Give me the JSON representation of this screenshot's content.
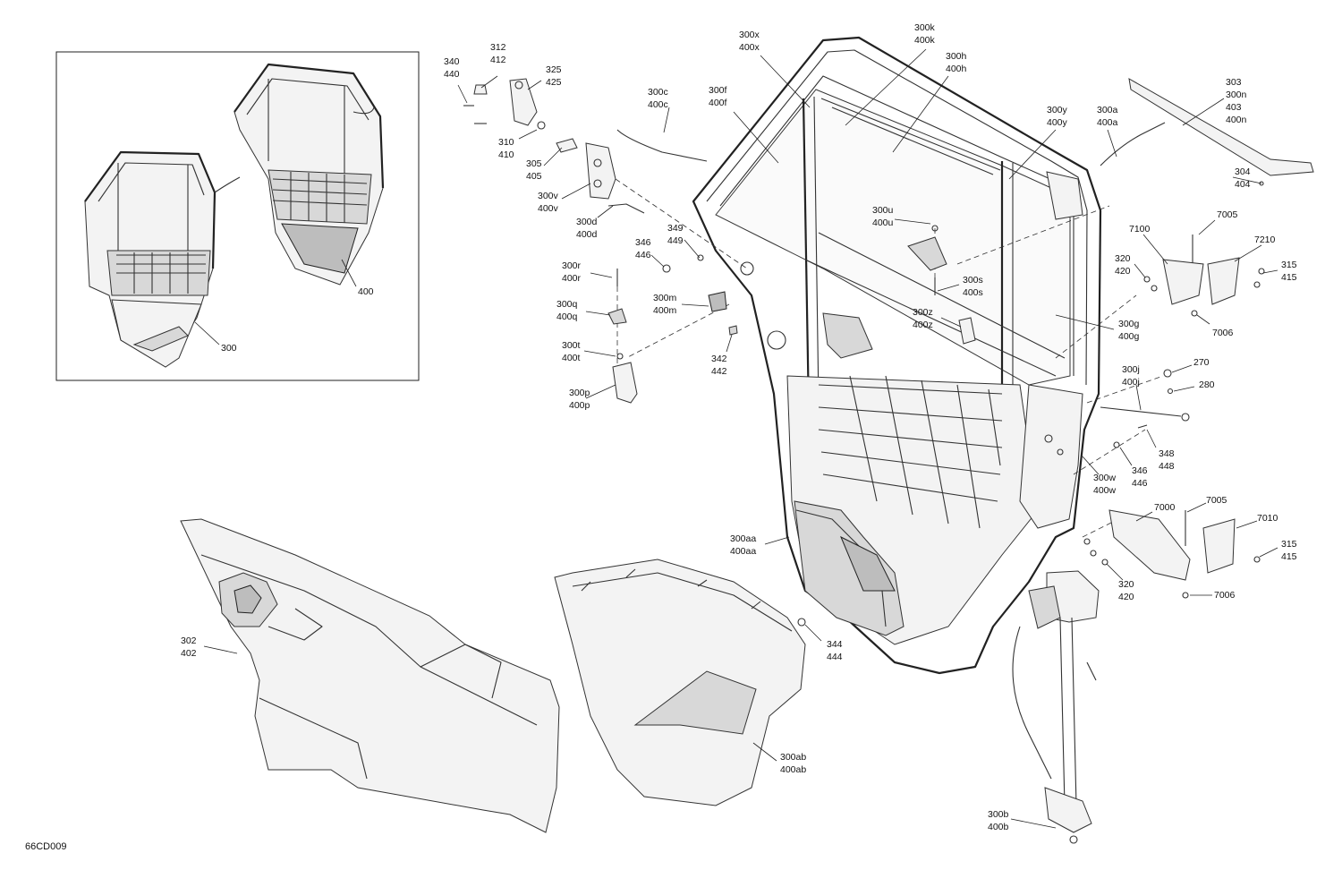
{
  "figure_id": "66CD009",
  "callouts": {
    "c300x": [
      "300x",
      "400x"
    ],
    "c300k": [
      "300k",
      "400k"
    ],
    "c300h": [
      "300h",
      "400h"
    ],
    "c300f": [
      "300f",
      "400f"
    ],
    "c300c": [
      "300c",
      "400c"
    ],
    "c300y": [
      "300y",
      "400y"
    ],
    "c300a": [
      "300a",
      "400a"
    ],
    "c303": [
      "303",
      "300n",
      "403",
      "400n"
    ],
    "c304": [
      "304",
      "404"
    ],
    "c340": [
      "340",
      "440"
    ],
    "c312": [
      "312",
      "412"
    ],
    "c325": [
      "325",
      "425"
    ],
    "c310": [
      "310",
      "410"
    ],
    "c305": [
      "305",
      "405"
    ],
    "c300v": [
      "300v",
      "400v"
    ],
    "c300d": [
      "300d",
      "400d"
    ],
    "c300u": [
      "300u",
      "400u"
    ],
    "c349": [
      "349",
      "449"
    ],
    "c346a": [
      "346",
      "446"
    ],
    "c300r": [
      "300r",
      "400r"
    ],
    "c300q": [
      "300q",
      "400q"
    ],
    "c300m": [
      "300m",
      "400m"
    ],
    "c300t": [
      "300t",
      "400t"
    ],
    "c300p": [
      "300p",
      "400p"
    ],
    "c342": [
      "342",
      "442"
    ],
    "c300s": [
      "300s",
      "400s"
    ],
    "c300z": [
      "300z",
      "400z"
    ],
    "c300g": [
      "300g",
      "400g"
    ],
    "c7100": [
      "7100"
    ],
    "c7005a": [
      "7005"
    ],
    "c7210": [
      "7210"
    ],
    "c320a": [
      "320",
      "420"
    ],
    "c315a": [
      "315",
      "415"
    ],
    "c7006a": [
      "7006"
    ],
    "c270": [
      "270"
    ],
    "c280": [
      "280"
    ],
    "c300j": [
      "300j",
      "400j"
    ],
    "c348": [
      "348",
      "448"
    ],
    "c346b": [
      "346",
      "446"
    ],
    "c300w": [
      "300w",
      "400w"
    ],
    "c7005b": [
      "7005"
    ],
    "c7000": [
      "7000"
    ],
    "c7010": [
      "7010"
    ],
    "c315b": [
      "315",
      "415"
    ],
    "c320b": [
      "320",
      "420"
    ],
    "c7006b": [
      "7006"
    ],
    "c300aa": [
      "300aa",
      "400aa"
    ],
    "c344": [
      "344",
      "444"
    ],
    "c302": [
      "302",
      "402"
    ],
    "c300ab": [
      "300ab",
      "400ab"
    ],
    "c300b": [
      "300b",
      "400b"
    ],
    "c400inset": [
      "400"
    ],
    "c300inset": [
      "300"
    ]
  }
}
